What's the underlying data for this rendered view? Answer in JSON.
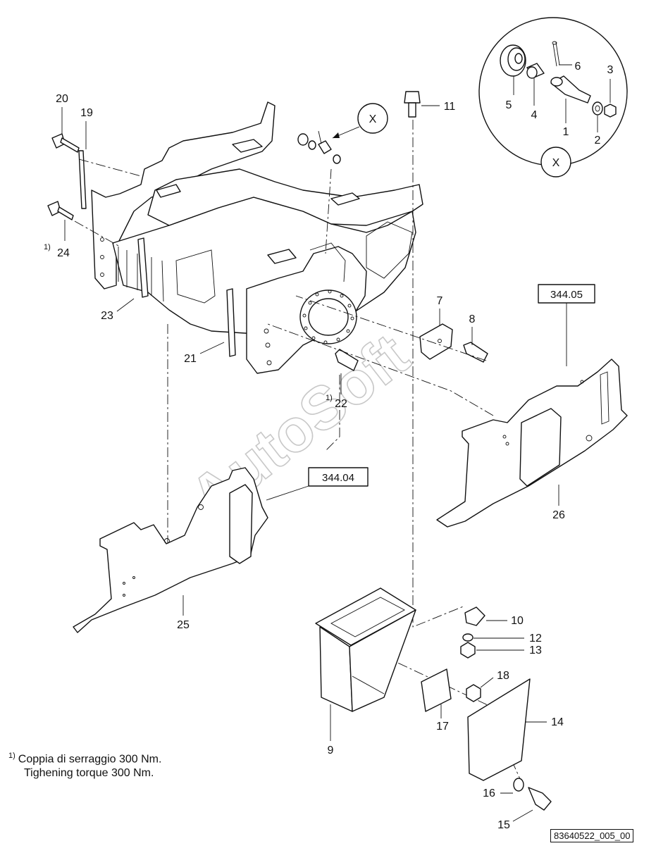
{
  "watermark": "AutoSoft",
  "detail_view": {
    "label": "X",
    "callout_label": "X"
  },
  "references": {
    "ref_a": "344.05",
    "ref_b": "344.04"
  },
  "callouts": [
    {
      "id": "c1",
      "label": "1"
    },
    {
      "id": "c2",
      "label": "2"
    },
    {
      "id": "c3",
      "label": "3"
    },
    {
      "id": "c4",
      "label": "4"
    },
    {
      "id": "c5",
      "label": "5"
    },
    {
      "id": "c6",
      "label": "6"
    },
    {
      "id": "c7",
      "label": "7"
    },
    {
      "id": "c8",
      "label": "8"
    },
    {
      "id": "c9",
      "label": "9"
    },
    {
      "id": "c10",
      "label": "10"
    },
    {
      "id": "c11",
      "label": "11"
    },
    {
      "id": "c12",
      "label": "12"
    },
    {
      "id": "c13",
      "label": "13"
    },
    {
      "id": "c14",
      "label": "14"
    },
    {
      "id": "c15",
      "label": "15"
    },
    {
      "id": "c16",
      "label": "16"
    },
    {
      "id": "c17",
      "label": "17"
    },
    {
      "id": "c18",
      "label": "18"
    },
    {
      "id": "c19",
      "label": "19"
    },
    {
      "id": "c20",
      "label": "20"
    },
    {
      "id": "c21",
      "label": "21"
    },
    {
      "id": "c22",
      "label": "22"
    },
    {
      "id": "c23",
      "label": "23"
    },
    {
      "id": "c24",
      "label": "24"
    },
    {
      "id": "c25",
      "label": "25"
    },
    {
      "id": "c26",
      "label": "26"
    }
  ],
  "footnote_marker": "1)",
  "footnote": {
    "marker": "1)",
    "line1": "Coppia di serraggio 300 Nm.",
    "line2": "Tighening torque 300 Nm."
  },
  "document_id": "83640522_005_00"
}
